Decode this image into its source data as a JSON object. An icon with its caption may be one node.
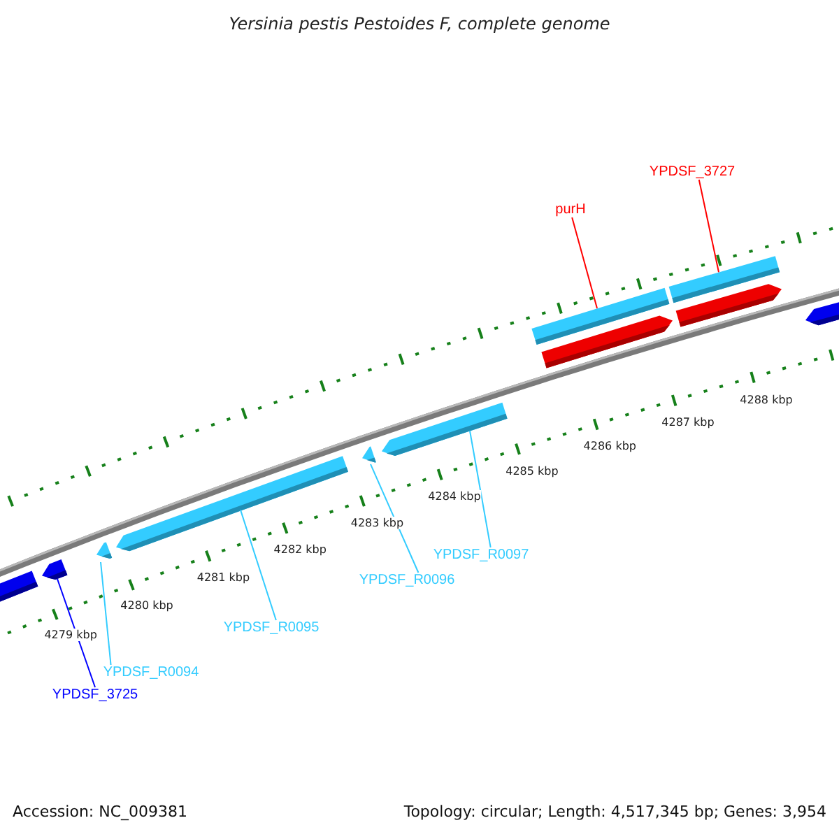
{
  "diagram": {
    "title": "Yersinia pestis Pestoides F, complete genome",
    "nodes": [
      {
        "text": [
          "YPDSF_3727"
        ]
      },
      {
        "text": [
          "purH"
        ]
      },
      {
        "text": [
          "YPDSF_R0097"
        ]
      },
      {
        "text": [
          "YPDSF_R0096"
        ]
      },
      {
        "text": [
          "YPDSF_R0095"
        ]
      },
      {
        "text": [
          "YPDSF_R0094"
        ]
      },
      {
        "text": [
          "YPDSF_3725"
        ]
      },
      {
        "text": [],
        "shape": "bar"
      },
      {
        "text": [],
        "shape": "bar"
      },
      {
        "text": [],
        "shape": "bar"
      },
      {
        "text": [],
        "shape": "bar"
      },
      {
        "text": [],
        "shape": "bar"
      },
      {
        "text": [],
        "shape": "bar"
      },
      {
        "text": [],
        "shape": "bar"
      },
      {
        "text": [],
        "shape": "bar"
      },
      {
        "text": [],
        "shape": "bar"
      },
      {
        "text": [],
        "shape": "bar"
      },
      {
        "text": [],
        "shape": "bar"
      }
    ],
    "edges": [
      {
        "from": 0,
        "to": 15,
        "arrow": "none",
        "color": "#ff0000"
      },
      {
        "from": 1,
        "to": 13,
        "arrow": "none",
        "color": "#ff0000"
      },
      {
        "from": 2,
        "to": 12,
        "arrow": "none"
      },
      {
        "from": 3,
        "to": 11,
        "arrow": "none"
      },
      {
        "from": 4,
        "to": 10,
        "arrow": "none"
      },
      {
        "from": 5,
        "to": 9,
        "arrow": "none"
      },
      {
        "from": 6,
        "to": 8,
        "arrow": "none",
        "color": "#0000ff"
      }
    ],
    "labels": [
      "4288 kbp",
      "4287 kbp",
      "4286 kbp",
      "4285 kbp",
      "4284 kbp",
      "4283 kbp",
      "4282 kbp",
      "4281 kbp",
      "4280 kbp",
      "4279 kbp",
      "Accession: NC_009381",
      "Topology: circular; Length: 4,517,345 bp; Genes: 3,954"
    ]
  }
}
